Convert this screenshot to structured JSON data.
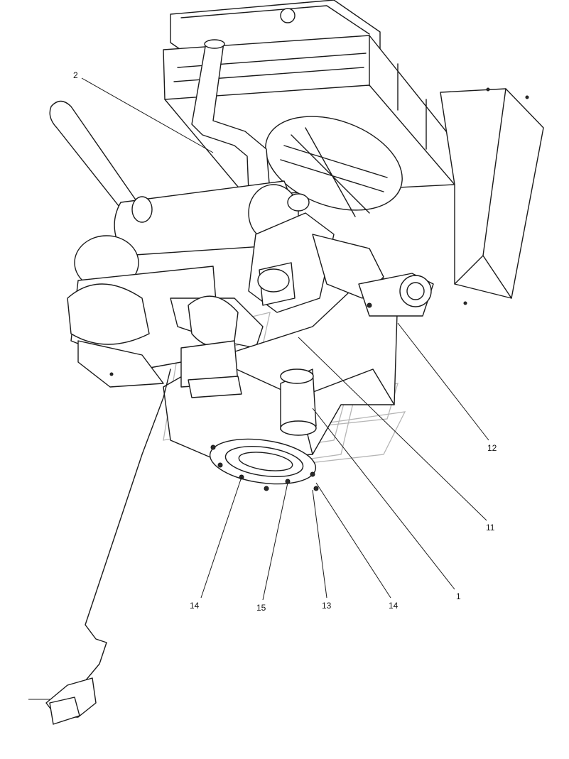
{
  "figure": {
    "callouts": [
      {
        "id": "c2",
        "label": "2"
      },
      {
        "id": "c12",
        "label": "12"
      },
      {
        "id": "c11",
        "label": "11"
      },
      {
        "id": "c1",
        "label": "1"
      },
      {
        "id": "c14a",
        "label": "14"
      },
      {
        "id": "c15",
        "label": "15"
      },
      {
        "id": "c13",
        "label": "13"
      },
      {
        "id": "c14b",
        "label": "14"
      }
    ]
  }
}
